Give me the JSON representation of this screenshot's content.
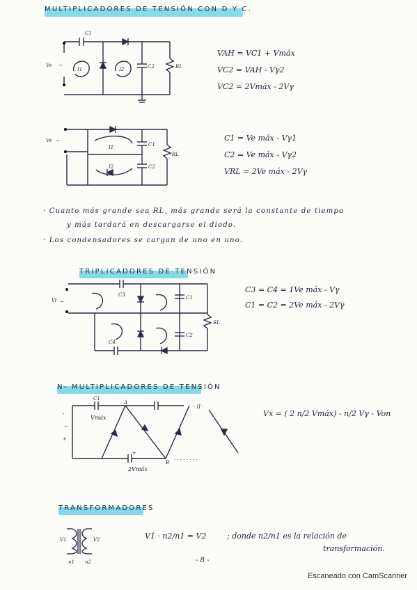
{
  "sections": {
    "s1": {
      "title": "MULTIPLICADORES DE TENSIÓN CON D Y C.",
      "eq1": "VAH = VC1 + Vmáx",
      "eq2": "VC2 = VAH - Vγ2",
      "eq3": "VC2 = 2Vmáx - 2Vγ",
      "eq4": "C1 = Ve máx - Vγ1",
      "eq5": "C2 = Ve máx - Vγ2",
      "eq6": "VRL = 2Ve máx - 2Vγ",
      "note1": "· Cuanto más grande sea RL, más grande será la constante de tiempo",
      "note2": "y más tardará en descargarse el diodo.",
      "note3": "· Los condensadores se cargan de uno en uno."
    },
    "s2": {
      "title": "TRIPLICADORES DE TENSIÓN",
      "eq1": "C3 = C4 = 1Ve máx - Vγ",
      "eq2": "C1 = C2 = 2Ve máx - 2Vγ"
    },
    "s3": {
      "title": "N- MULTIPLICADORES DE TENSIÓN",
      "eq1": "Vx = ( 2 n/2 Vmáx) - n/2 Vγ - Von",
      "label_vmax": "Vmáx",
      "label_2vmax": "2Vmáx"
    },
    "s4": {
      "title": "TRANSFORMADORES",
      "eq1": "V1 · n2/n1 = V2",
      "eq2": "; donde n2/n1 es la relación de",
      "eq3": "transformación."
    }
  },
  "page_number": "- 8 -",
  "footer": "Escaneado con CamScanner",
  "colors": {
    "highlight": "#6fd3e6",
    "ink": "#2b2b45"
  }
}
